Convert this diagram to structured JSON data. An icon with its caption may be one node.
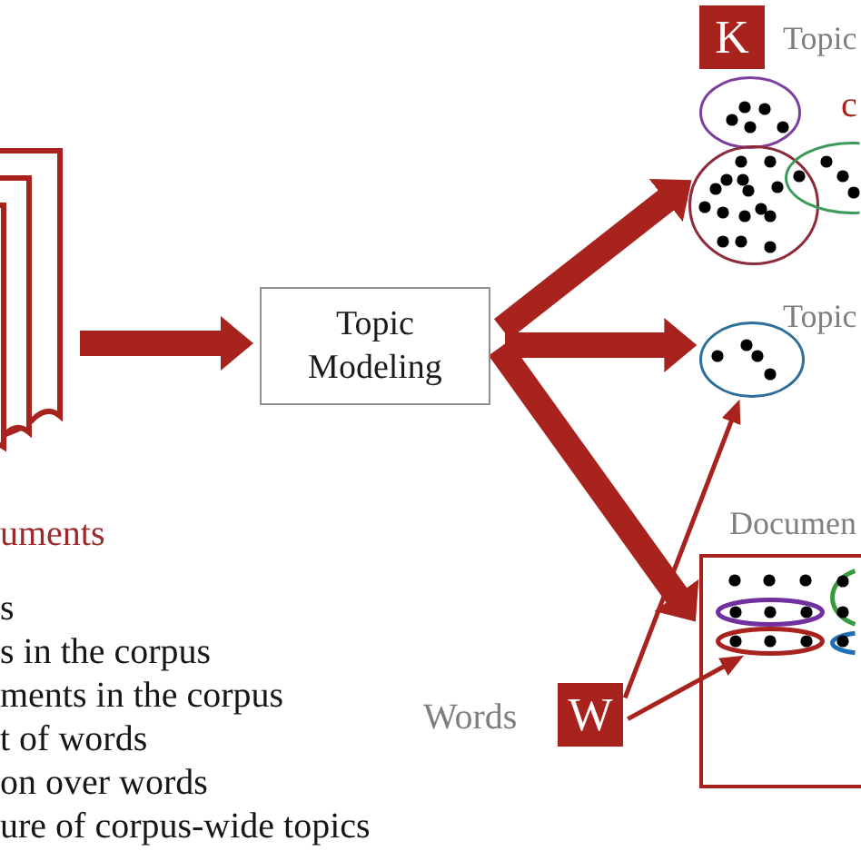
{
  "diagram": {
    "nodes": [
      {
        "text": [],
        "shape": "picture",
        "beside": [
          "uments"
        ]
      },
      {
        "text": [
          "Topic Modeling"
        ]
      },
      {
        "text": [
          "K"
        ],
        "beside": [
          "Topic"
        ]
      },
      {
        "text": [],
        "shape": "ellipse"
      },
      {
        "text": [],
        "shape": "ellipse"
      },
      {
        "text": [],
        "shape": "ellipse"
      },
      {
        "text": [],
        "shape": "ellipse",
        "beside": [
          "Topic"
        ]
      },
      {
        "text": [
          "Documen"
        ]
      },
      {
        "text": [],
        "shape": "ellipse",
        "in": 7
      },
      {
        "text": [],
        "shape": "ellipse",
        "in": 7
      },
      {
        "text": [],
        "shape": "ellipse",
        "in": 7
      },
      {
        "text": [],
        "shape": "ellipse",
        "in": 7
      },
      {
        "text": [
          "W"
        ],
        "beside": [
          "Words"
        ]
      }
    ],
    "edges": [
      {
        "from": 0,
        "to": 1,
        "arrow": "to"
      },
      {
        "from": 1,
        "to": 4,
        "arrow": "to"
      },
      {
        "from": 1,
        "to": 6,
        "arrow": "to"
      },
      {
        "from": 1,
        "to": 7,
        "arrow": "to"
      },
      {
        "from": 12,
        "to": 6,
        "arrow": "to"
      },
      {
        "from": 12,
        "to": 9,
        "arrow": "to"
      }
    ],
    "labels": [
      "c",
      "s",
      "s in the corpus",
      "ments in the corpus",
      "t of words",
      "on over words",
      "ure of corpus-wide topics"
    ]
  }
}
